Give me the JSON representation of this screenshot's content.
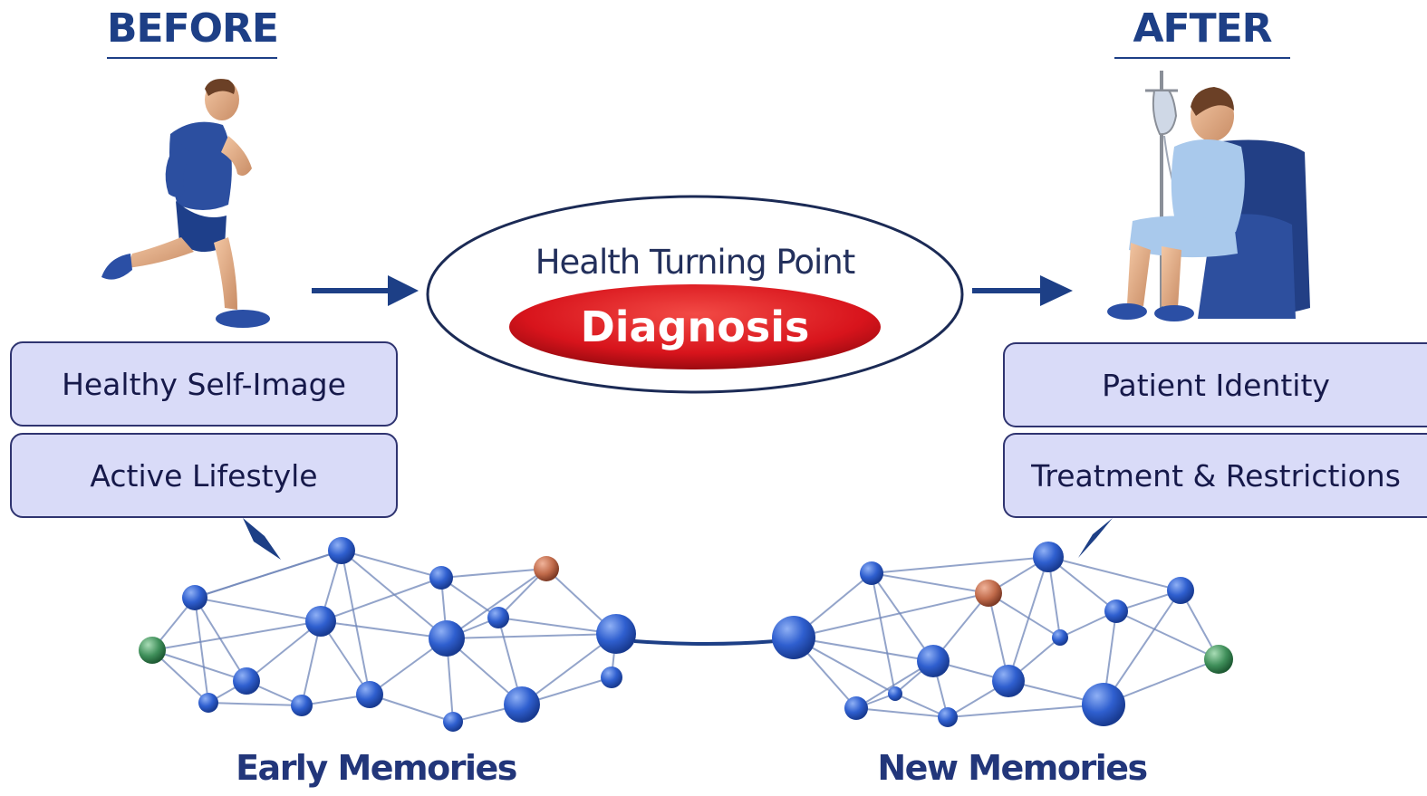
{
  "before": {
    "heading": "BEFORE",
    "box1": "Healthy Self-Image",
    "box2": "Active Lifestyle"
  },
  "after": {
    "heading": "AFTER",
    "box1": "Patient Identity",
    "box2": "Treatment & Restrictions"
  },
  "center": {
    "title": "Health Turning Point",
    "label": "Diagnosis"
  },
  "networks": {
    "left_label": "Early Memories",
    "right_label": "New Memories"
  },
  "colors": {
    "navy": "#1d3f86",
    "box_fill": "#d9dbf8",
    "diagnosis_red": "#d8141c",
    "node_blue": "#2f5fcf",
    "node_orange": "#c06a4a",
    "node_green": "#3f8f5a"
  },
  "icons": [
    "running-man-icon",
    "patient-in-chair-icon",
    "iv-drip-icon"
  ]
}
